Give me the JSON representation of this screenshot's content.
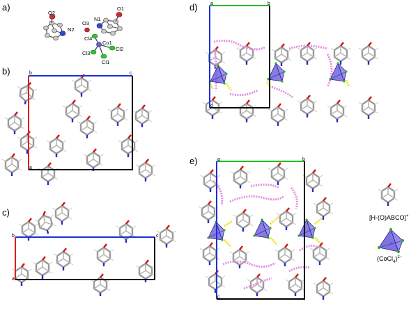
{
  "figure": {
    "panels": [
      {
        "id": "a",
        "label": "a)"
      },
      {
        "id": "b",
        "label": "b)"
      },
      {
        "id": "c",
        "label": "c)"
      },
      {
        "id": "d",
        "label": "d)"
      },
      {
        "id": "e",
        "label": "e)"
      }
    ],
    "axis_letters": {
      "a": "a",
      "b": "b",
      "c": "c"
    },
    "atom_labels": [
      "O2",
      "N2",
      "O3",
      "N1",
      "O1",
      "Cl4",
      "Co1",
      "Cl3",
      "Cl2",
      "Cl1"
    ],
    "legend": {
      "cation": "[H-(O)ABCO]",
      "cation_charge": "+",
      "anion": "(CoCl",
      "anion_sub": "4",
      "anion_tail": ")",
      "anion_charge": "2–"
    },
    "colors": {
      "axis_a": "#e01b1b",
      "axis_b": "#22bb22",
      "axis_c": "#1a2fd6",
      "cell_box": "#000000",
      "hbond_pink": "#e58ee0",
      "hbond_yellow": "#f0e020",
      "tetrahedron": "#5f50d8",
      "carbon": "#9a9a9a",
      "nitrogen": "#1b2fd0",
      "oxygen": "#d01818",
      "chlorine": "#27b327"
    }
  }
}
